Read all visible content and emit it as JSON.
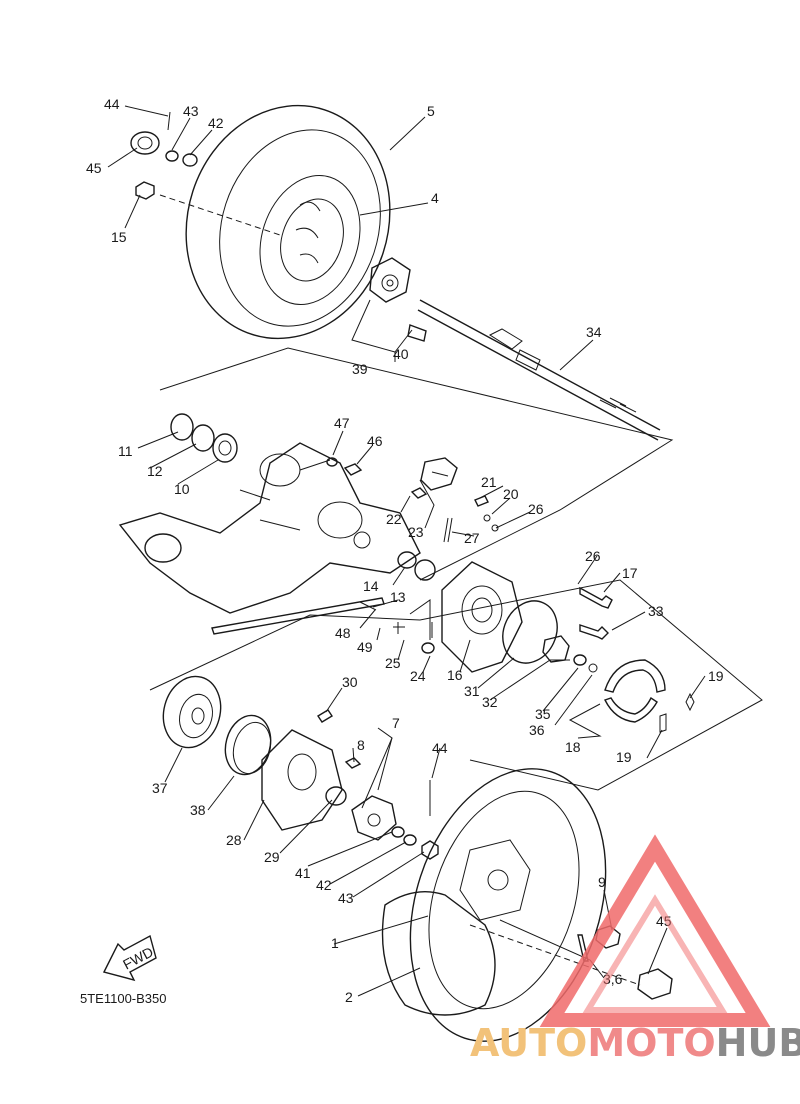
{
  "diagram_code": "5TE1100-B350",
  "fwd_label": "FWD",
  "watermark": {
    "part1": "AUTO",
    "part2": "MOTO",
    "part3": "HUB",
    "color1": "#f2c27a",
    "color2": "#f08a8a",
    "color3": "#8a8a8a",
    "logo_color": "#f06a6a"
  },
  "callouts": [
    "1",
    "2",
    "3,6",
    "4",
    "5",
    "7",
    "8",
    "9",
    "10",
    "11",
    "12",
    "13",
    "14",
    "15",
    "16",
    "17",
    "18",
    "19",
    "19",
    "20",
    "21",
    "22",
    "23",
    "24",
    "25",
    "26",
    "26",
    "27",
    "28",
    "29",
    "30",
    "31",
    "32",
    "33",
    "34",
    "35",
    "36",
    "37",
    "38",
    "39",
    "40",
    "41",
    "42",
    "42",
    "43",
    "43",
    "44",
    "44",
    "45",
    "45",
    "46",
    "47",
    "48",
    "49"
  ]
}
